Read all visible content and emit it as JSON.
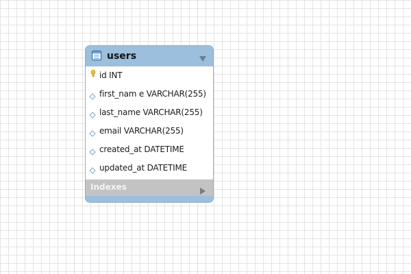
{
  "diagram": {
    "table": {
      "name": "users",
      "icon": "table-icon",
      "header_color": "#9bbfdc",
      "columns": [
        {
          "label": "id INT",
          "icon": "primary-key-icon"
        },
        {
          "label": "first_nam e VARCHAR(255)",
          "icon": "column-diamond-icon"
        },
        {
          "label": "last_name VARCHAR(255)",
          "icon": "column-diamond-icon"
        },
        {
          "label": "email VARCHAR(255)",
          "icon": "column-diamond-icon"
        },
        {
          "label": "created_at DATETIME",
          "icon": "column-diamond-icon"
        },
        {
          "label": "updated_at DATETIME",
          "icon": "column-diamond-icon"
        }
      ],
      "indexes_label": "Indexes",
      "indexes_color": "#c3c3c3"
    }
  }
}
